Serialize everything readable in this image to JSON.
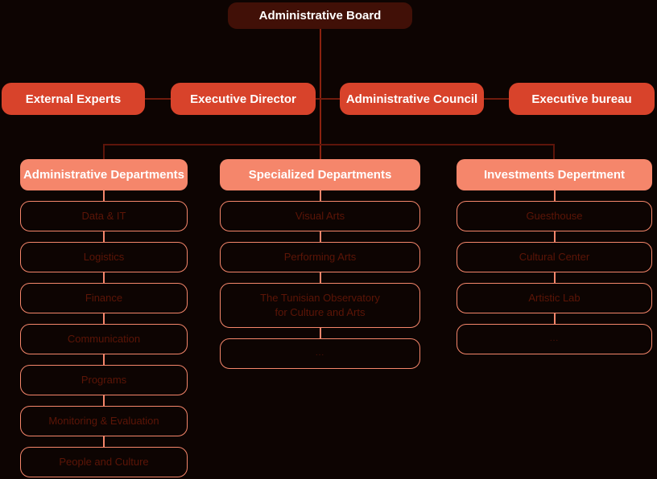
{
  "colors": {
    "background": "#0D0402",
    "root_box": "#411007",
    "level2_box": "#D8432B",
    "dept_header_box": "#F5866B",
    "item_border": "#F5866B",
    "item_text": "#5C1507",
    "node_text": "#FFFFFF",
    "connector_center": "#8B2210",
    "connector_row2": "#701B0D",
    "connector_tree": "#5E150A"
  },
  "org_chart": {
    "root": {
      "label": "Administrative Board"
    },
    "level2": [
      {
        "label": "External Experts"
      },
      {
        "label": "Executive Director"
      },
      {
        "label": "Administrative Council"
      },
      {
        "label": "Executive bureau"
      }
    ],
    "departments": [
      {
        "header": "Administrative Departments",
        "items": [
          "Data & IT",
          "Logistics",
          "Finance",
          "Communication",
          "Programs",
          "Monitoring & Evaluation",
          "People and Culture"
        ]
      },
      {
        "header": "Specialized Departments",
        "items": [
          "Visual Arts",
          "Performing Arts",
          "The Tunisian Observatory\nfor Culture and Arts",
          "..."
        ]
      },
      {
        "header": "Investments Depertment",
        "items": [
          "Guesthouse",
          "Cultural Center",
          "Artistic Lab",
          "..."
        ]
      }
    ]
  }
}
